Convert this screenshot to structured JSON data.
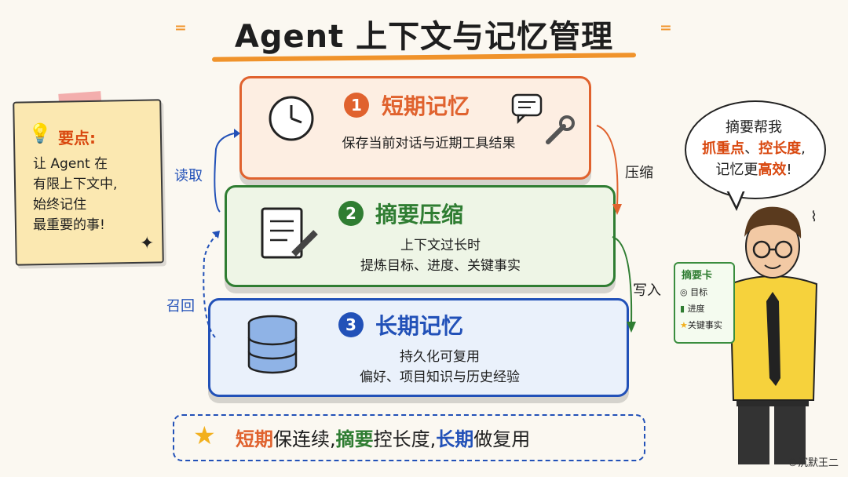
{
  "title": "Agent 上下文与记忆管理",
  "note": {
    "title": "要点:",
    "lines": [
      "让 Agent 在",
      "有限上下文中,",
      "始终记住",
      "最重要的事!"
    ]
  },
  "tiers": [
    {
      "number": "1",
      "title": "短期记忆",
      "lines": [
        "保存当前对话与近期工具结果"
      ],
      "color": "#e0622e"
    },
    {
      "number": "2",
      "title": "摘要压缩",
      "lines": [
        "上下文过长时",
        "提炼目标、进度、关键事实"
      ],
      "color": "#2f7d32"
    },
    {
      "number": "3",
      "title": "长期记忆",
      "lines": [
        "持久化可复用",
        "偏好、项目知识与历史经验"
      ],
      "color": "#2251b8"
    }
  ],
  "flows": {
    "read": "读取",
    "recall": "召回",
    "compress": "压缩",
    "write": "写入"
  },
  "bottom": {
    "p1": "短期",
    "p2": "保连续,",
    "p3": "摘要",
    "p4": "控长度,",
    "p5": "长期",
    "p6": "做复用"
  },
  "bubble": {
    "line1": "摘要帮我",
    "line2a": "抓重点",
    "line2b": "、",
    "line2c": "控长度",
    "line2d": ",",
    "line3a": "记忆更",
    "line3b": "高效",
    "line3c": "!"
  },
  "card": {
    "title": "摘要卡",
    "items": [
      "目标",
      "进度",
      "关键事实"
    ]
  },
  "copyright": "©沉默王二",
  "colors": {
    "orange": "#e0622e",
    "green": "#2f7d32",
    "blue": "#2251b8",
    "red": "#d9480f"
  }
}
